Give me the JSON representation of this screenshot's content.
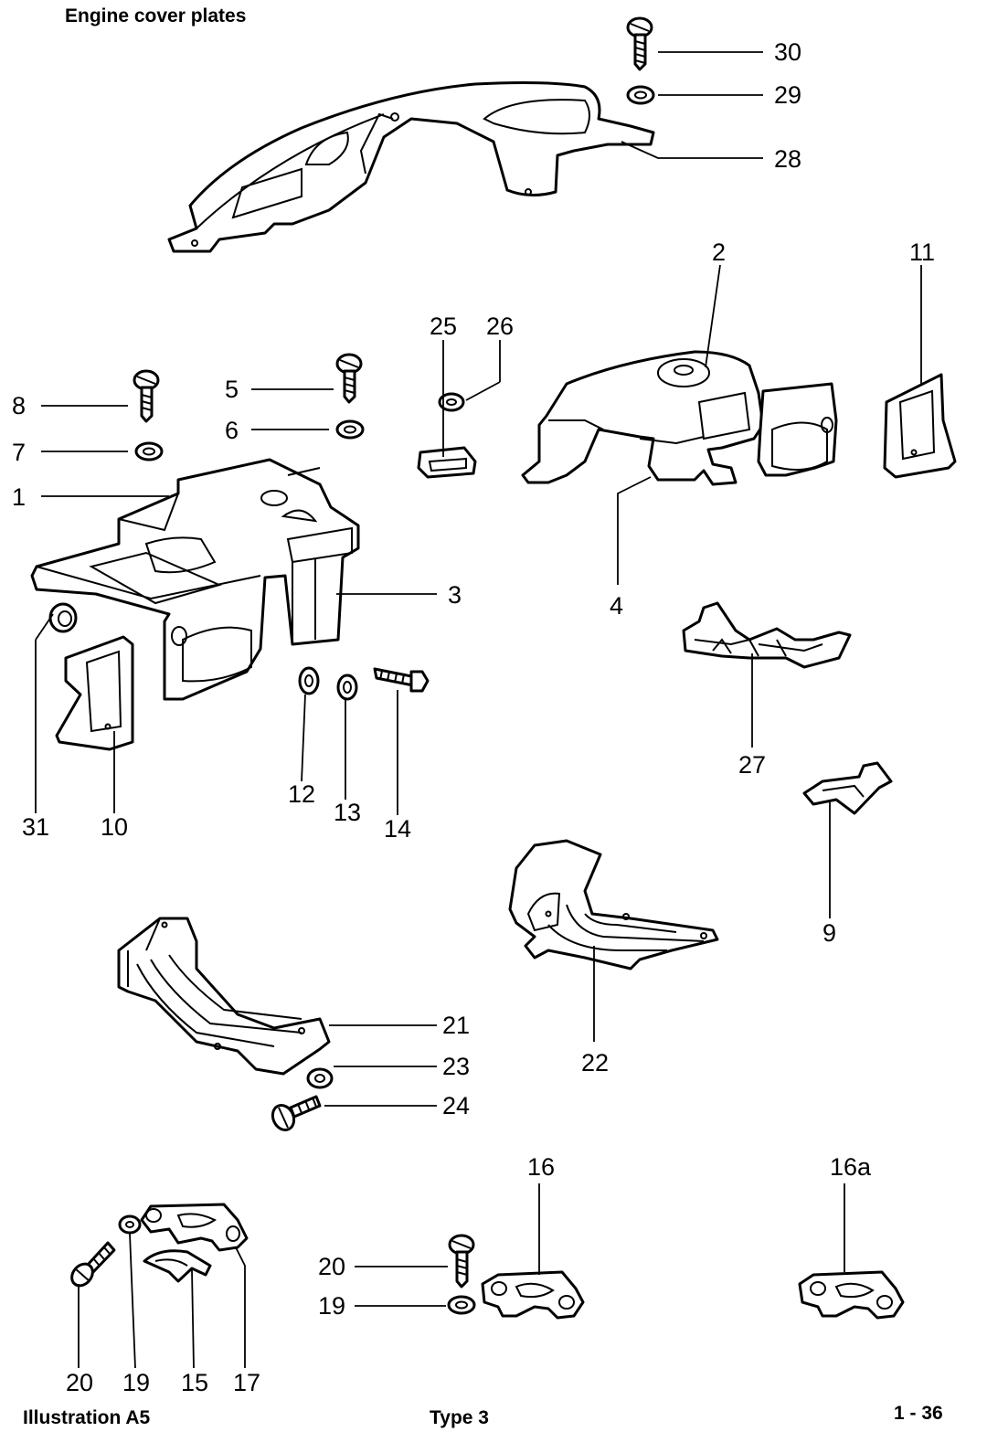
{
  "header": {
    "title": "Engine cover plates"
  },
  "footer": {
    "illustration": "Illustration  A5",
    "type": "Type 3",
    "page": "1 - 36"
  },
  "callouts": {
    "c1": "1",
    "c2": "2",
    "c3": "3",
    "c4": "4",
    "c5": "5",
    "c6": "6",
    "c7": "7",
    "c8": "8",
    "c9": "9",
    "c10": "10",
    "c11": "11",
    "c12": "12",
    "c13": "13",
    "c14": "14",
    "c15": "15",
    "c16": "16",
    "c16a": "16a",
    "c17": "17",
    "c19a": "19",
    "c19b": "19",
    "c20a": "20",
    "c20b": "20",
    "c21": "21",
    "c22": "22",
    "c23": "23",
    "c24": "24",
    "c25": "25",
    "c26": "26",
    "c27": "27",
    "c28": "28",
    "c29": "29",
    "c30": "30",
    "c31": "31"
  }
}
